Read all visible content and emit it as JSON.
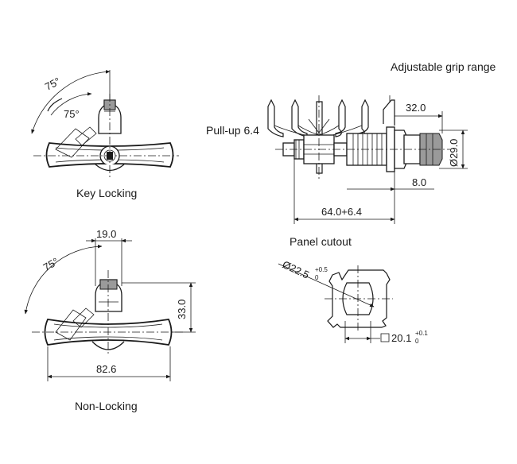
{
  "labels": {
    "key_locking": "Key Locking",
    "non_locking": "Non-Locking",
    "adjustable_grip": "Adjustable grip range",
    "pull_up": "Pull-up 6.4",
    "panel_cutout": "Panel cutout"
  },
  "dimensions": {
    "angle_outer_key": "75°",
    "angle_inner_key": "75°",
    "angle_nonlocking": "75°",
    "width_19": "19.0",
    "height_33": "33.0",
    "width_82": "82.6",
    "len_32": "32.0",
    "dia_29": "Ø29.0",
    "len_8": "8.0",
    "len_64": "64.0+6.4",
    "dia_22": "Ø22.5",
    "dia_22_tol_upper": "+0.5",
    "dia_22_tol_lower": "0",
    "sq_20": "20.1",
    "sq_20_tol_upper": "+0.1",
    "sq_20_tol_lower": "0"
  }
}
